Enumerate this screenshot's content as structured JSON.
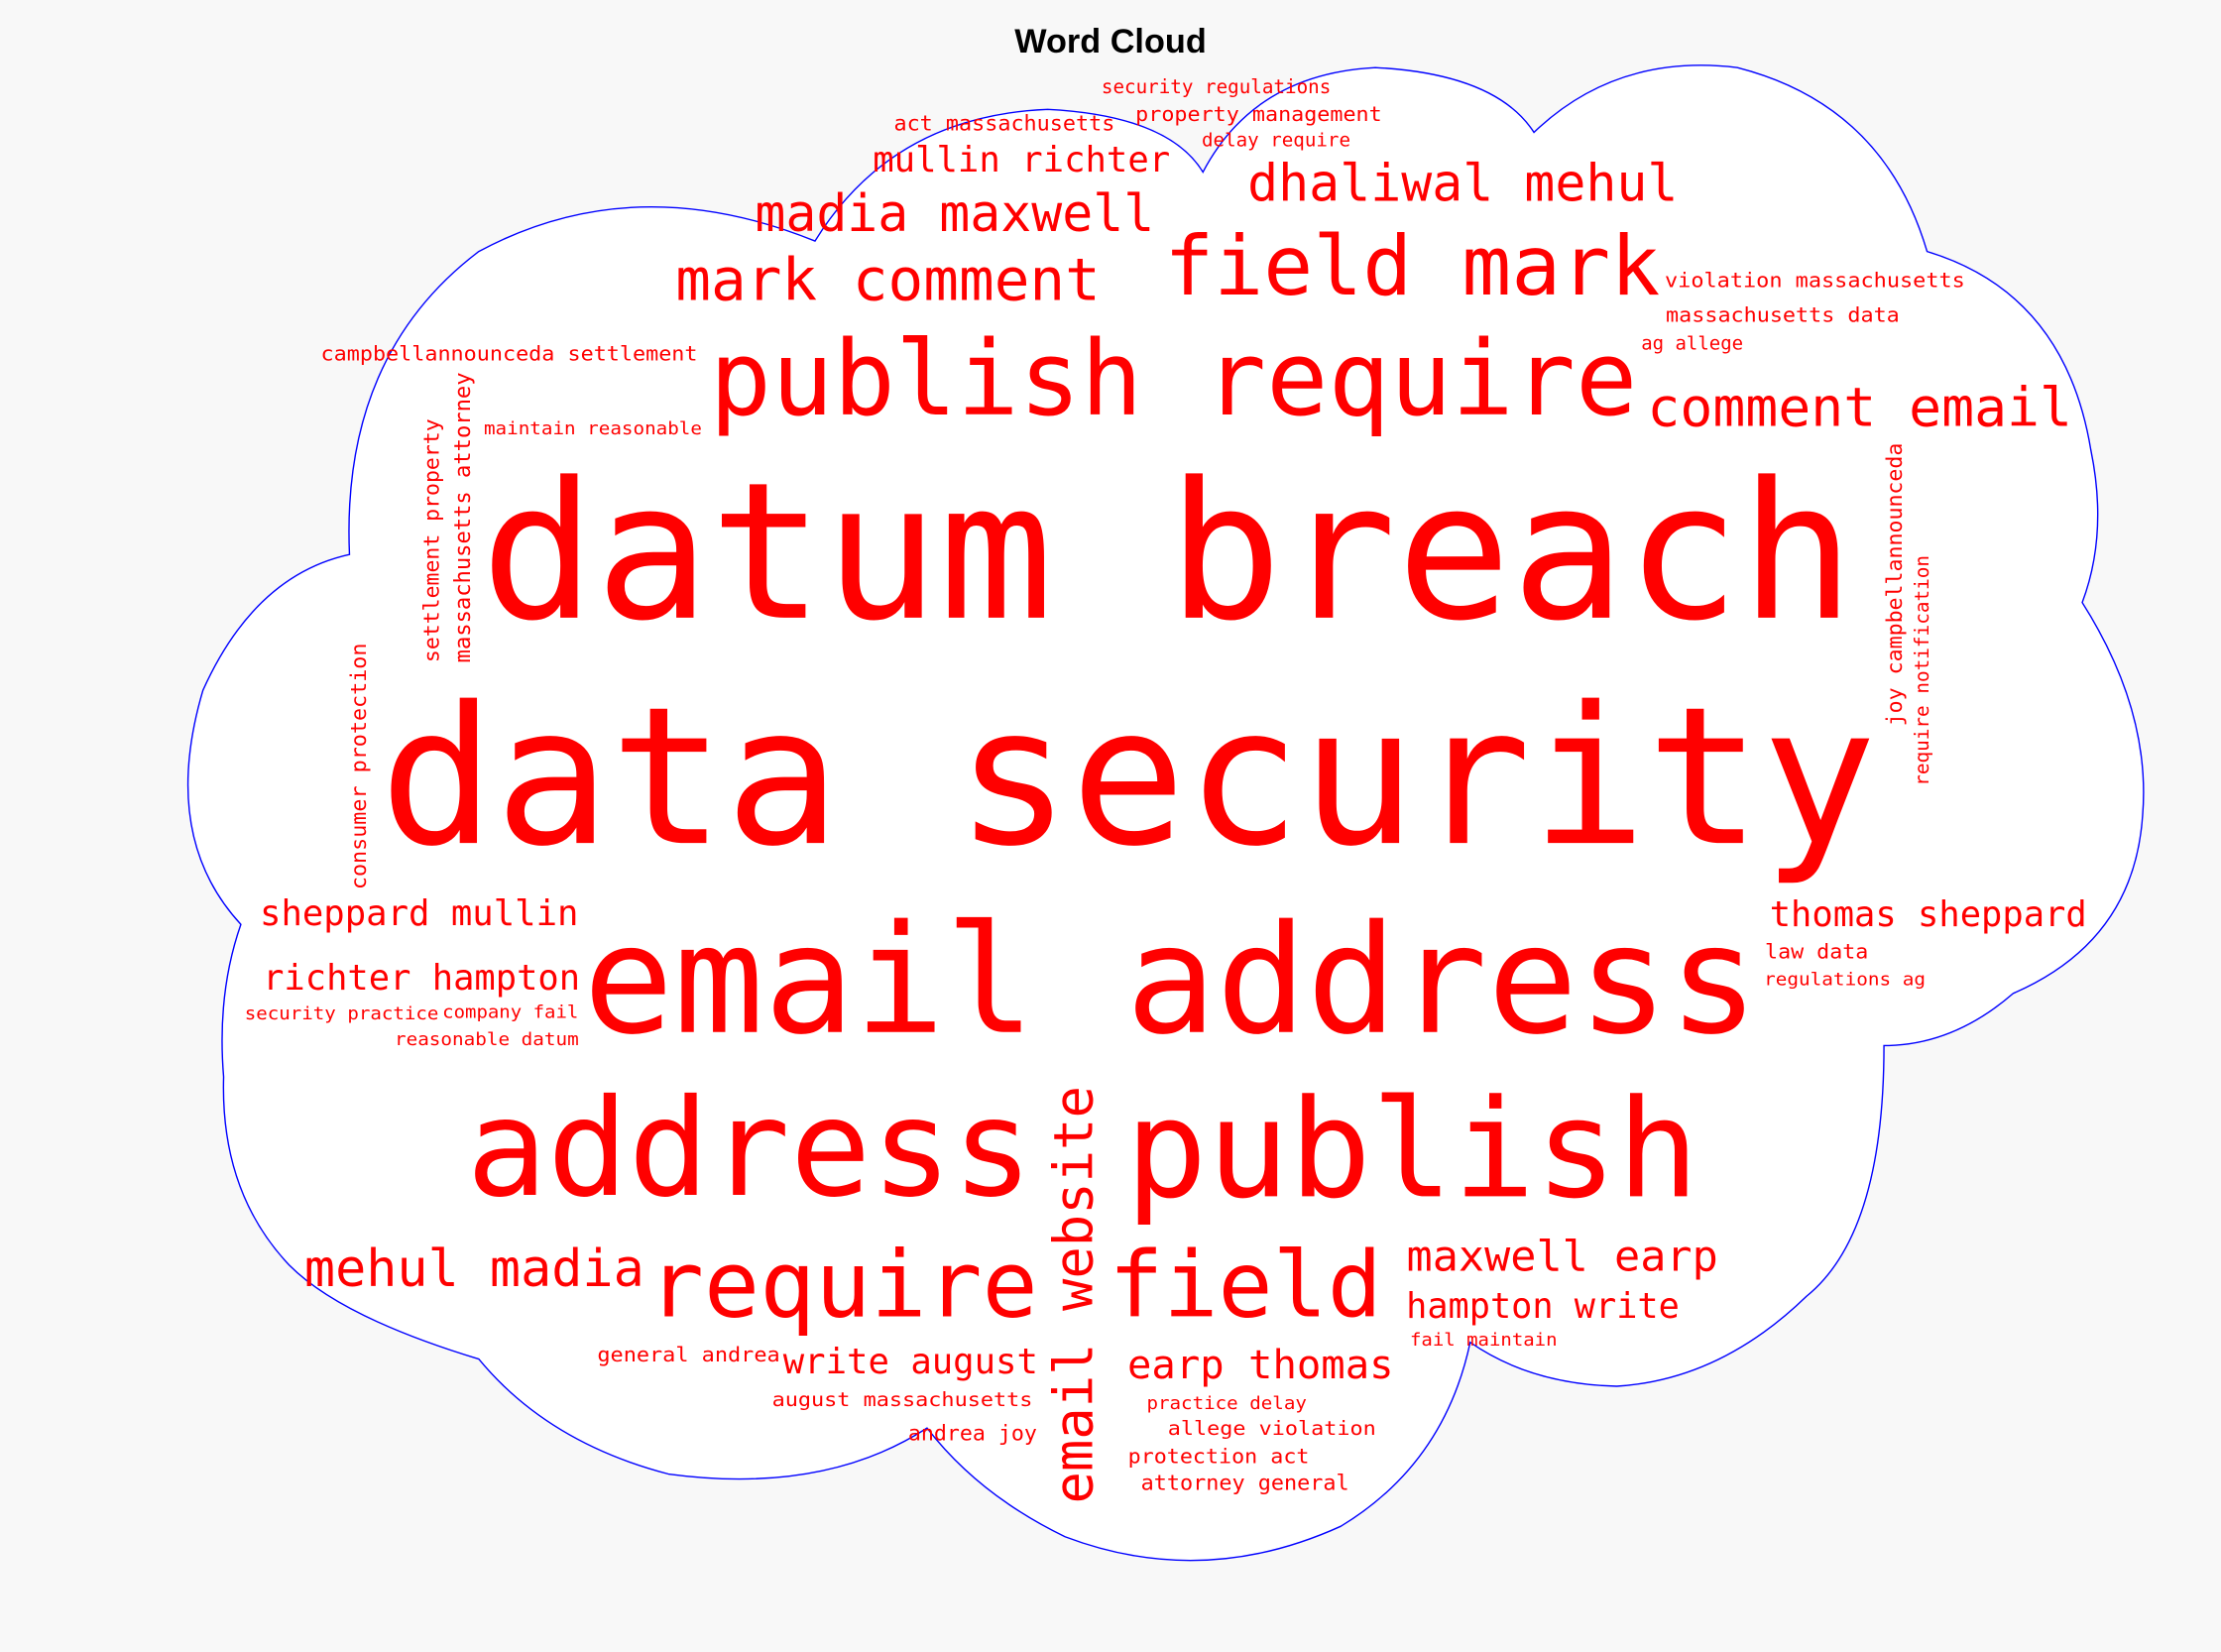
{
  "chart_data": {
    "type": "wordcloud",
    "title": "Word Cloud",
    "shape": "cloud",
    "colors": {
      "word": "#ff0000",
      "outline": "#0000ff",
      "fill": "#ffffff",
      "background": "#f8f8f8"
    },
    "words": [
      {
        "text": "data security",
        "weight": 100
      },
      {
        "text": "datum breach",
        "weight": 99
      },
      {
        "text": "email address",
        "weight": 78
      },
      {
        "text": "address",
        "weight": 70
      },
      {
        "text": "publish",
        "weight": 71
      },
      {
        "text": "publish require",
        "weight": 54
      },
      {
        "text": "field mark",
        "weight": 43
      },
      {
        "text": "require",
        "weight": 48
      },
      {
        "text": "field",
        "weight": 47
      },
      {
        "text": "email website",
        "weight": 28
      },
      {
        "text": "mark comment",
        "weight": 30
      },
      {
        "text": "comment email",
        "weight": 28
      },
      {
        "text": "madia maxwell",
        "weight": 27
      },
      {
        "text": "dhaliwal mehul",
        "weight": 27
      },
      {
        "text": "mehul madia",
        "weight": 27
      },
      {
        "text": "maxwell earp",
        "weight": 22
      },
      {
        "text": "earp thomas",
        "weight": 21
      },
      {
        "text": "mullin richter",
        "weight": 19
      },
      {
        "text": "sheppard mullin",
        "weight": 19
      },
      {
        "text": "thomas sheppard",
        "weight": 19
      },
      {
        "text": "richter hampton",
        "weight": 19
      },
      {
        "text": "hampton write",
        "weight": 19
      },
      {
        "text": "write august",
        "weight": 19
      },
      {
        "text": "massachusetts attorney",
        "weight": 11
      },
      {
        "text": "settlement property",
        "weight": 11
      },
      {
        "text": "consumer protection",
        "weight": 11
      },
      {
        "text": "joy campbellannounceda",
        "weight": 11
      },
      {
        "text": "require notification",
        "weight": 10
      },
      {
        "text": "act massachusetts",
        "weight": 11
      },
      {
        "text": "delay require",
        "weight": 10
      },
      {
        "text": "ag allege",
        "weight": 10
      },
      {
        "text": "property management",
        "weight": 11
      },
      {
        "text": "massachusetts data",
        "weight": 11
      },
      {
        "text": "campbellannounceda settlement",
        "weight": 10
      },
      {
        "text": "security regulations",
        "weight": 10
      },
      {
        "text": "maintain reasonable",
        "weight": 9
      },
      {
        "text": "violation massachusetts",
        "weight": 11
      },
      {
        "text": "company fail",
        "weight": 9
      },
      {
        "text": "law data",
        "weight": 10
      },
      {
        "text": "reasonable datum",
        "weight": 9
      },
      {
        "text": "security practice",
        "weight": 9
      },
      {
        "text": "practice delay",
        "weight": 9
      },
      {
        "text": "regulations ag",
        "weight": 9
      },
      {
        "text": "august massachusetts",
        "weight": 10
      },
      {
        "text": "allege violation",
        "weight": 10
      },
      {
        "text": "fail maintain",
        "weight": 9
      },
      {
        "text": "general andrea",
        "weight": 10
      },
      {
        "text": "protection act",
        "weight": 10
      },
      {
        "text": "attorney general",
        "weight": 11
      },
      {
        "text": "andrea joy",
        "weight": 11
      }
    ]
  }
}
